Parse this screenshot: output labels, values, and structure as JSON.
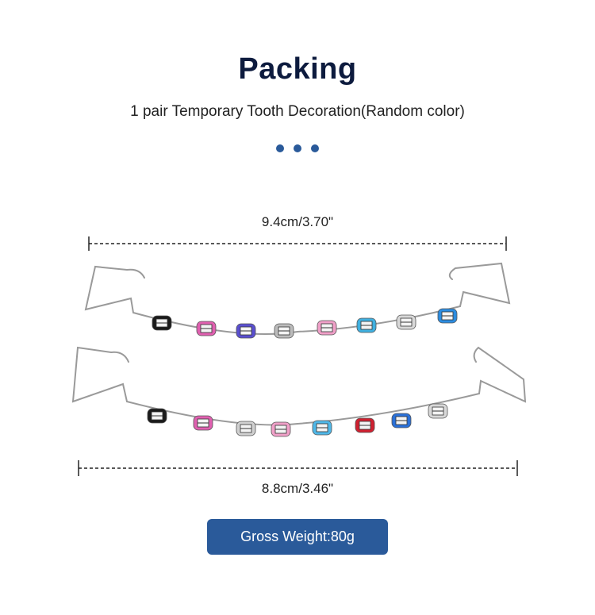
{
  "header": {
    "title": "Packing",
    "subtitle": "1 pair Temporary Tooth Decoration(Random color)"
  },
  "measurements": {
    "top_width": "9.4cm/3.70\"",
    "bottom_width": "8.8cm/3.46\""
  },
  "weight_badge": {
    "label": "Gross Weight:80g"
  },
  "colors": {
    "title": "#0d1b3e",
    "accent": "#2a5a9a",
    "wire": "#9a9a9a"
  },
  "bracket_colors": {
    "top": [
      "#1a1a1a",
      "#e060b0",
      "#5a4fd0",
      "#bcbcbc",
      "#f0a0c8",
      "#40b0e0",
      "#d8d8d8",
      "#2c8ce0"
    ],
    "bottom": [
      "#1a1a1a",
      "#e060b0",
      "#d0d0d0",
      "#f0a0c8",
      "#50b8e8",
      "#d02030",
      "#2a70d8",
      "#d8d8d8"
    ]
  }
}
